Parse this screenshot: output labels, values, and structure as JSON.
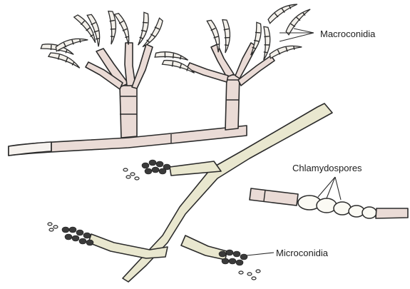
{
  "labels": {
    "macroconidia": "Macroconidia",
    "chlamydospores": "Chlamydospores",
    "microconidia": "Microconidia"
  }
}
